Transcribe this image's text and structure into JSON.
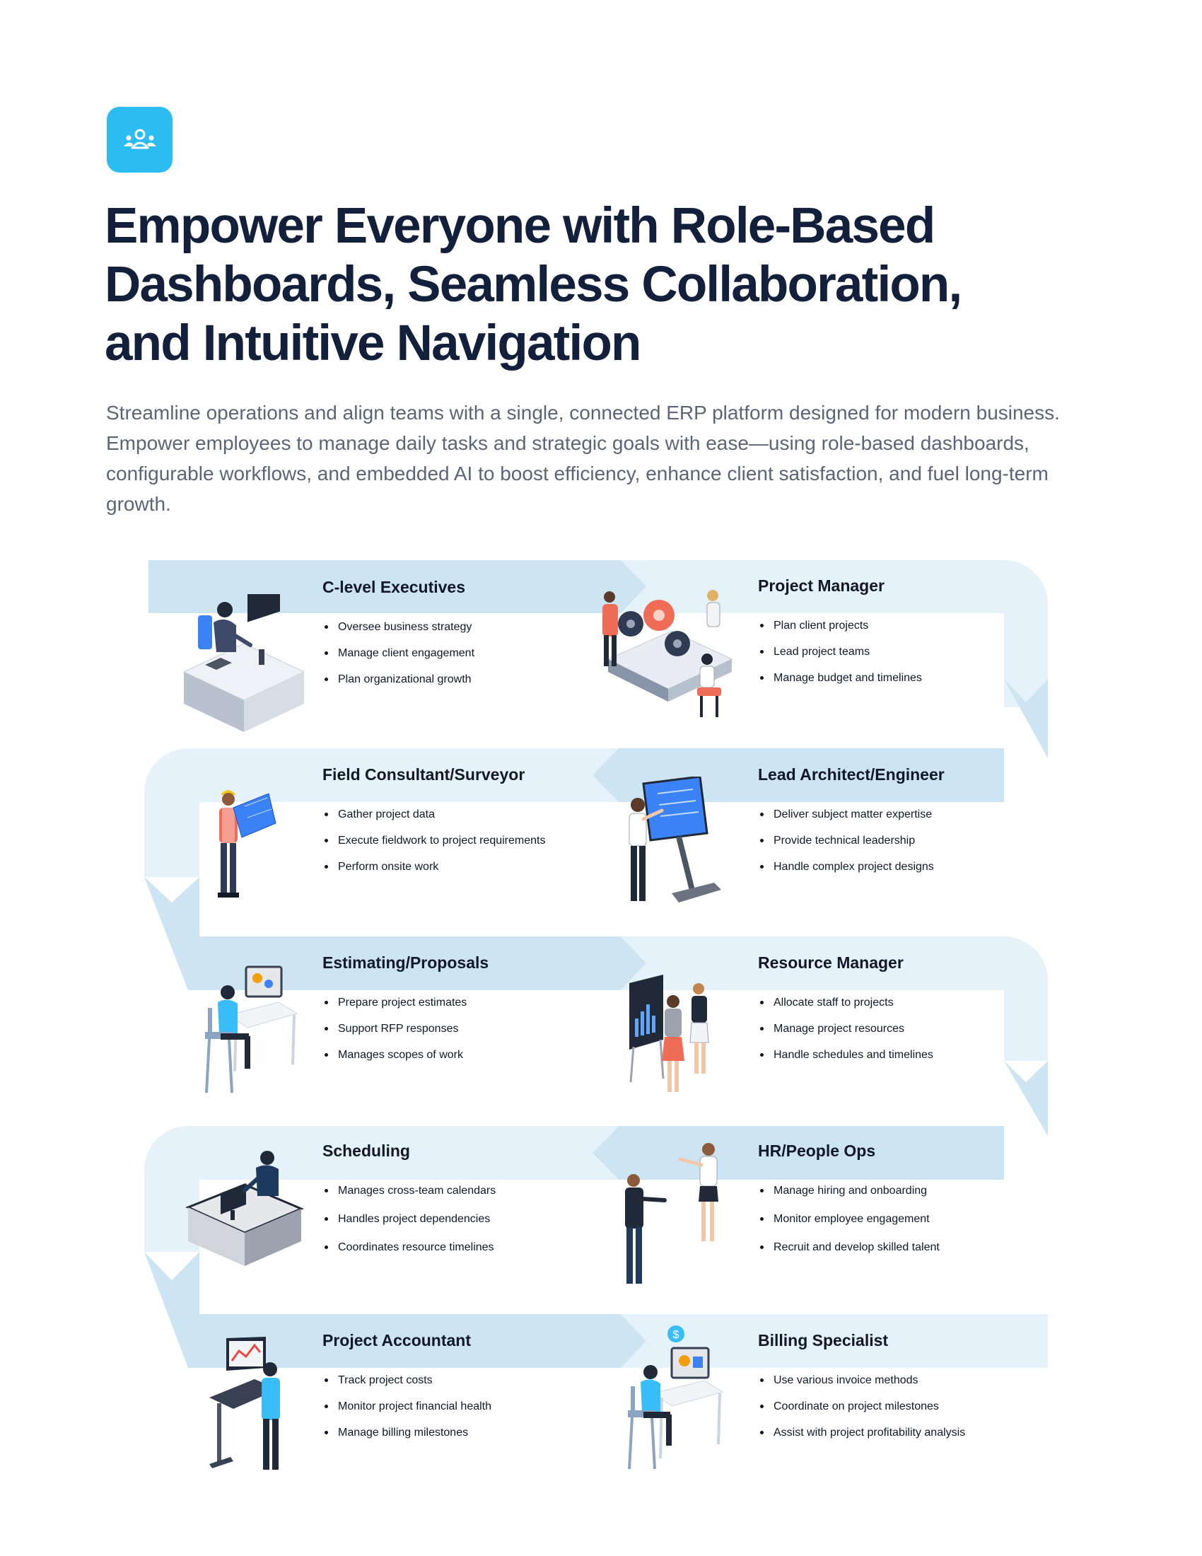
{
  "header": {
    "logo_icon": "people-group-icon",
    "title": "Empower Everyone with Role-Based Dashboards, Seamless Collaboration, and Intuitive Navigation",
    "description": "Streamline operations and align teams with a single, connected ERP platform designed for modern business. Empower employees to manage daily tasks and strategic goals with ease—using role-based dashboards, configurable workflows, and embedded AI to boost efficiency, enhance client satisfaction, and fuel long-term growth."
  },
  "colors": {
    "accent": "#2bbcf2",
    "heading": "#13203b",
    "body_text": "#5b6577",
    "flow_light": "#e6f2fa",
    "flow_dark": "#cde4f3"
  },
  "roles": [
    {
      "title": "C-level Executives",
      "illustration": "executive-at-desk",
      "items": [
        "Oversee business strategy",
        "Manage client engagement",
        "Plan organizational growth"
      ]
    },
    {
      "title": "Project Manager",
      "illustration": "team-with-gears",
      "items": [
        "Plan client projects",
        "Lead project teams",
        "Manage budget and timelines"
      ]
    },
    {
      "title": "Field Consultant/Surveyor",
      "illustration": "surveyor-with-blueprint",
      "items": [
        "Gather project data",
        "Execute fieldwork to project requirements",
        "Perform onsite work"
      ]
    },
    {
      "title": "Lead Architect/Engineer",
      "illustration": "architect-at-drafting-board",
      "items": [
        "Deliver subject matter expertise",
        "Provide technical leadership",
        "Handle complex project designs"
      ]
    },
    {
      "title": "Estimating/Proposals",
      "illustration": "estimator-at-computer",
      "items": [
        "Prepare project estimates",
        "Support RFP responses",
        "Manages scopes of work"
      ]
    },
    {
      "title": "Resource Manager",
      "illustration": "managers-at-chart-board",
      "items": [
        "Allocate staff to projects",
        "Manage project resources",
        "Handle schedules and timelines"
      ]
    },
    {
      "title": "Scheduling",
      "illustration": "scheduler-at-desk",
      "items": [
        "Manages cross-team calendars",
        "Handles project dependencies",
        "Coordinates resource timelines"
      ]
    },
    {
      "title": "HR/People Ops",
      "illustration": "hr-handshake",
      "items": [
        "Manage hiring and onboarding",
        "Monitor employee engagement",
        "Recruit and develop skilled talent"
      ]
    },
    {
      "title": "Project Accountant",
      "illustration": "accountant-at-standing-desk",
      "items": [
        "Track project costs",
        "Monitor project financial health",
        "Manage billing milestones"
      ]
    },
    {
      "title": "Billing Specialist",
      "illustration": "billing-specialist-at-computer",
      "items": [
        "Use various invoice methods",
        "Coordinate on project milestones",
        "Assist with project profitability analysis"
      ]
    }
  ]
}
